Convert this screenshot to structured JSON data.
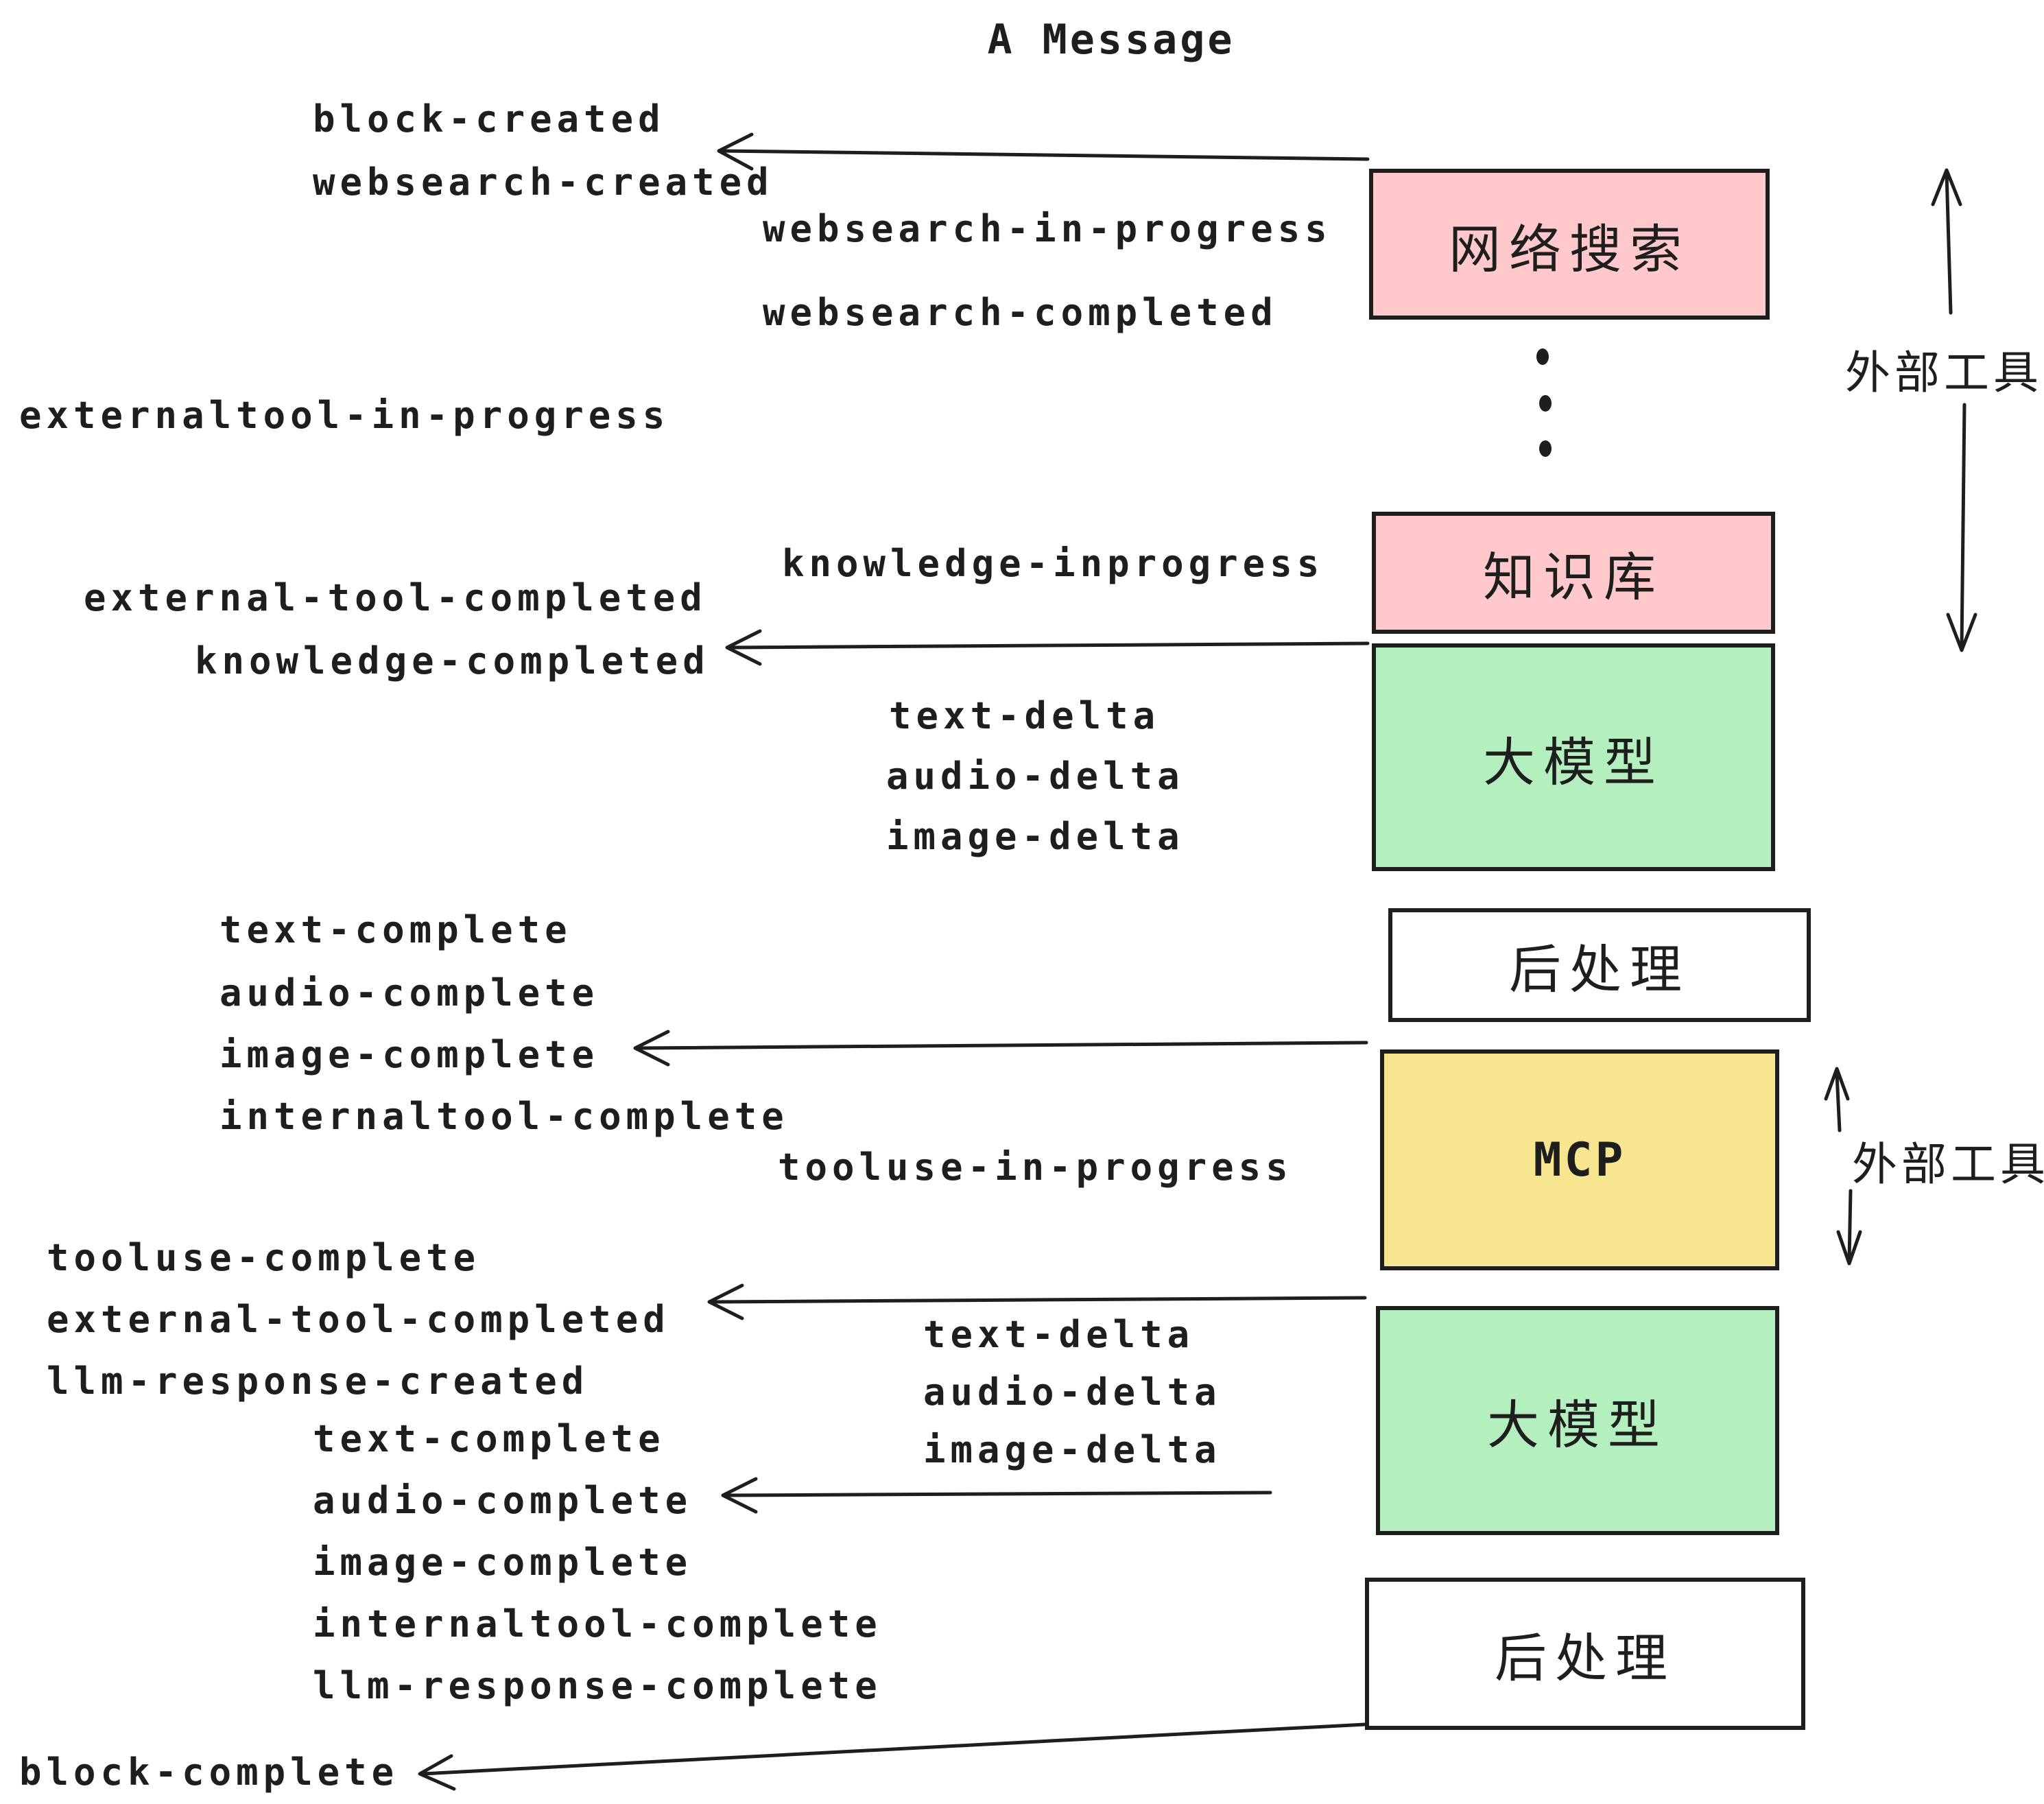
{
  "title": "A Message",
  "colors": {
    "pink": "#ffc8cb",
    "green": "#b4f0bf",
    "yellow": "#f8e58f",
    "white": "#ffffff",
    "ink": "#1e1e1e"
  },
  "boxes": [
    {
      "label": "网络搜索",
      "color": "pink"
    },
    {
      "label": "知识库",
      "color": "pink"
    },
    {
      "label": "大模型",
      "color": "green"
    },
    {
      "label": "后处理",
      "color": "white"
    },
    {
      "label": "MCP",
      "color": "yellow"
    },
    {
      "label": "大模型",
      "color": "green"
    },
    {
      "label": "后处理",
      "color": "white"
    }
  ],
  "side_annotations": [
    {
      "label": "外部工具"
    },
    {
      "label": "外部工具"
    }
  ],
  "events": [
    {
      "text": "block-created"
    },
    {
      "text": "websearch-created"
    },
    {
      "text": "websearch-in-progress"
    },
    {
      "text": "websearch-completed"
    },
    {
      "text": "externaltool-in-progress"
    },
    {
      "text": "knowledge-inprogress"
    },
    {
      "text": "external-tool-completed"
    },
    {
      "text": "knowledge-completed"
    },
    {
      "text": "text-delta"
    },
    {
      "text": "audio-delta"
    },
    {
      "text": "image-delta"
    },
    {
      "text": "text-complete"
    },
    {
      "text": "audio-complete"
    },
    {
      "text": "image-complete"
    },
    {
      "text": "internaltool-complete"
    },
    {
      "text": "tooluse-in-progress"
    },
    {
      "text": "tooluse-complete"
    },
    {
      "text": "external-tool-completed"
    },
    {
      "text": "llm-response-created"
    },
    {
      "text": "text-delta"
    },
    {
      "text": "audio-delta"
    },
    {
      "text": "image-delta"
    },
    {
      "text": "text-complete"
    },
    {
      "text": "audio-complete"
    },
    {
      "text": "image-complete"
    },
    {
      "text": "internaltool-complete"
    },
    {
      "text": "llm-response-complete"
    },
    {
      "text": "block-complete"
    }
  ]
}
